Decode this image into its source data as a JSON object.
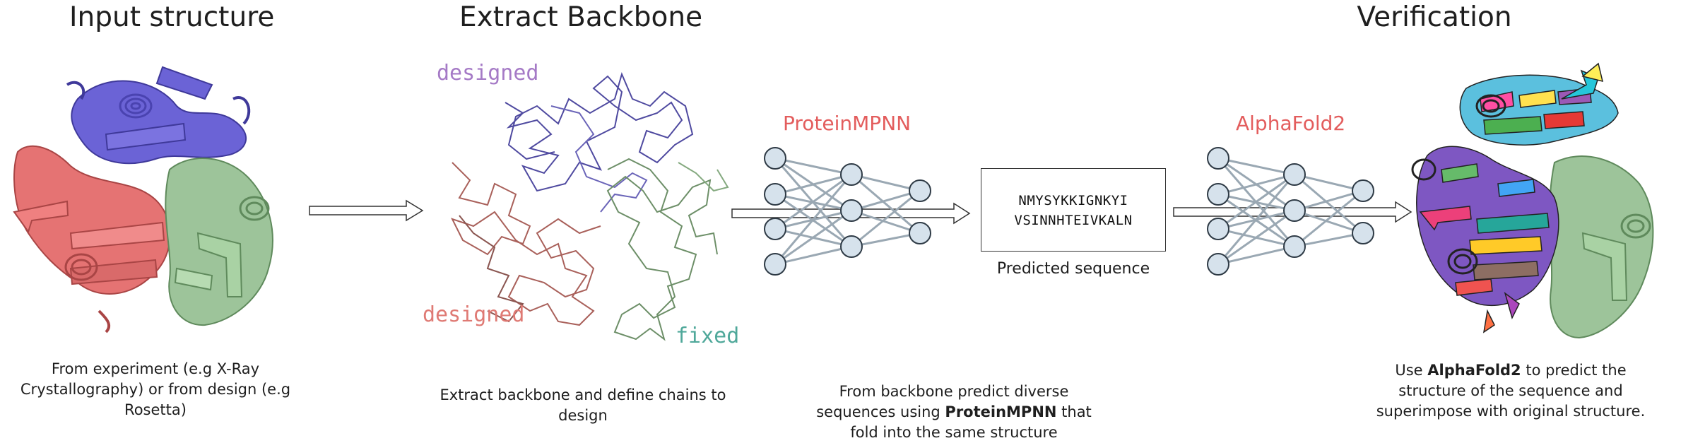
{
  "titles": {
    "input": "Input structure",
    "extract": "Extract Backbone",
    "verify": "Verification"
  },
  "labels": {
    "designed_top": "designed",
    "designed_bottom": "designed",
    "fixed": "fixed",
    "proteinmpnn": "ProteinMPNN",
    "alphafold": "AlphaFold2"
  },
  "sequence": {
    "line1": "NMYSYKKIGNKYI",
    "line2": "VSINNHTEIVKALN",
    "caption": "Predicted sequence"
  },
  "captions": {
    "input": "From experiment (e.g X-Ray Crystallography) or from design (e.g Rosetta)",
    "extract": "Extract backbone and define chains to design",
    "predict_pre": "From backbone predict diverse sequences using ",
    "predict_bold": "ProteinMPNN",
    "predict_post": " that fold into the same structure",
    "verify_pre": "Use ",
    "verify_bold": "AlphaFold2",
    "verify_post": " to predict the structure of the sequence and superimpose with original structure."
  },
  "colors": {
    "chain_blue": "#6b63d6",
    "chain_red": "#e57373",
    "chain_green": "#9dc49a",
    "designed_top": "#a57ac6",
    "designed_bottom": "#df7a74",
    "fixed": "#4fa89a",
    "node_fill": "#d6e2ec",
    "edge": "#9aa8b3"
  },
  "icons": [
    "protein-ribbon-icon",
    "backbone-trace-icon",
    "neural-network-icon",
    "arrow-right-icon",
    "rainbow-ribbon-icon"
  ]
}
